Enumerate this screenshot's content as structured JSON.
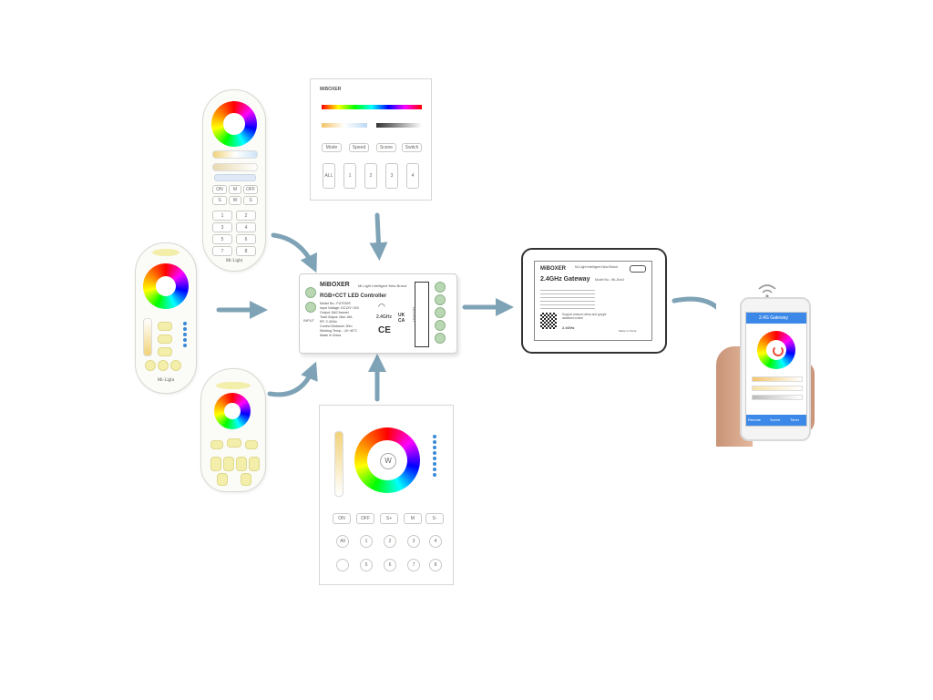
{
  "colors": {
    "arrow": "#7fa3b6",
    "wheel_accent": "#ff00ff",
    "app_blue": "#3b88e8",
    "dot_blue": "#3a8ad8"
  },
  "remote_top": {
    "brand": "Mi·Light",
    "keys": [
      "ON",
      "OFF",
      "1",
      "2",
      "3",
      "4",
      "5",
      "6",
      "7",
      "8"
    ]
  },
  "remote_left": {
    "brand": "Mi·Light"
  },
  "wall_panel_top": {
    "brand": "MiBOXER",
    "keys": [
      "Mode",
      "Speed",
      "Scene",
      "Switch"
    ],
    "zone_labels": [
      "ALL",
      "1",
      "2",
      "3",
      "4"
    ]
  },
  "controller": {
    "brand": "MiBOXER",
    "brand_note": "Mi-Light Intelligent New Brand",
    "title": "RGB+CCT LED Controller",
    "specs": [
      "Model No.: FUT039S",
      "Input Voltage: DC12V~24V",
      "Output: 5A/Channel",
      "Total Output: Max 15A",
      "RF: 2.4GHz",
      "Control Distance: 30m",
      "Working Temp.: -10~40°C",
      "Made in China"
    ],
    "freq_label": "2.4GHz",
    "output_label": "OUTPUT",
    "input_label": "INPUT",
    "marks": [
      "CE",
      "UK CA"
    ]
  },
  "gateway": {
    "brand": "MiBOXER",
    "brand_note": "Mi-Light Intelligent New Brand",
    "title": "2.4GHz Gateway",
    "model": "Model No.: WL-Box1",
    "note": "Support amazon alexa and google assistant control",
    "freq_label": "2.4GHz",
    "made_in": "Made in China"
  },
  "wall_panel_bottom": {
    "center_label": "W",
    "keys_row1": [
      "ON",
      "OFF",
      "S+",
      "M",
      "S-"
    ],
    "keys_row2": [
      "All",
      "1",
      "2",
      "3",
      "4"
    ],
    "keys_row3": [
      "",
      "5",
      "6",
      "7",
      "8"
    ]
  },
  "phone_app": {
    "header": "2.4G Gateway",
    "tabs": [
      "Remote",
      "Scene",
      "Timer"
    ]
  }
}
